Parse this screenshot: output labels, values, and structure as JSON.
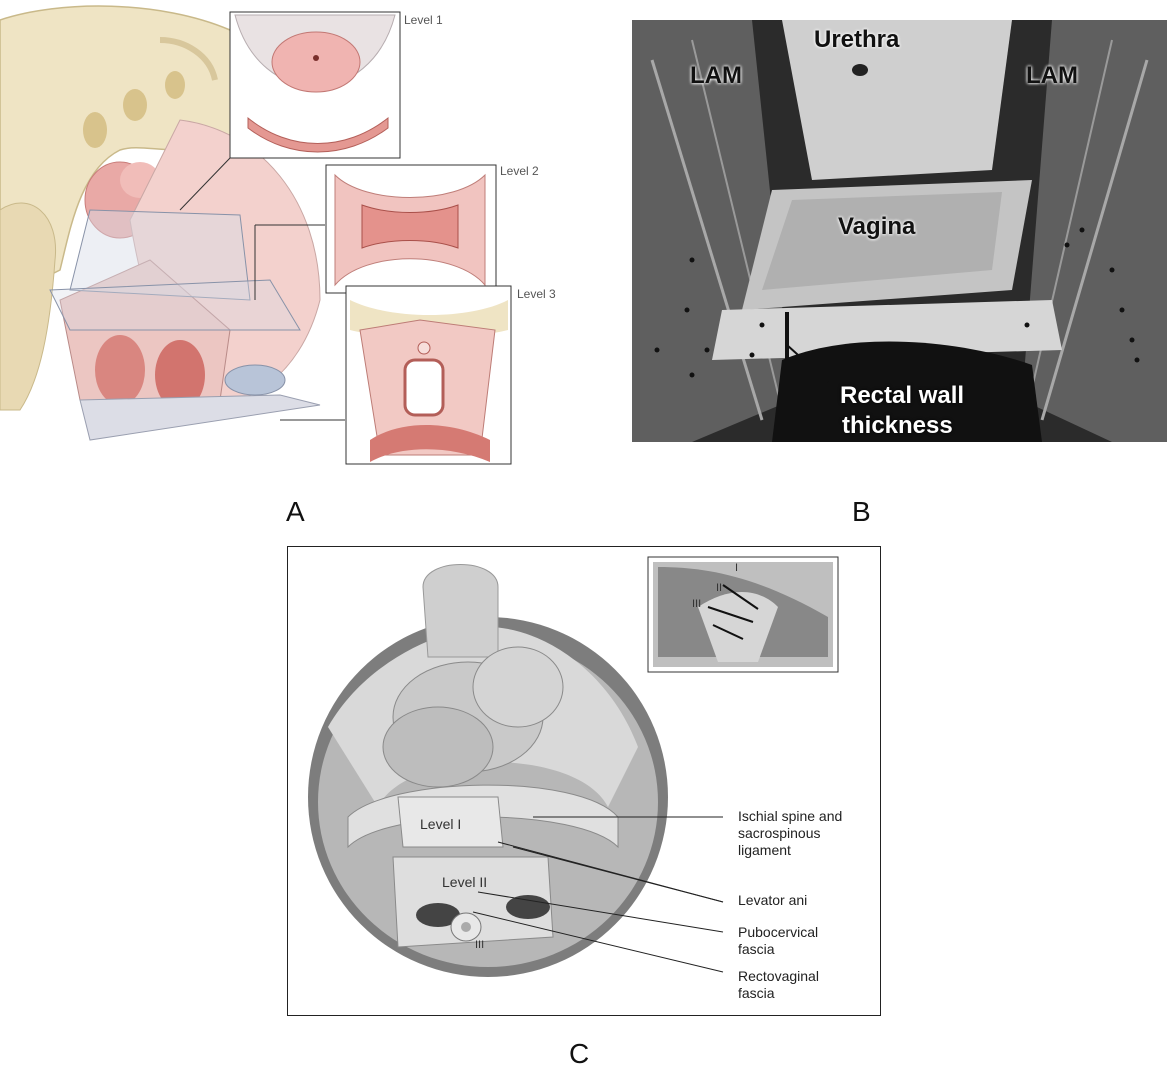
{
  "panels": {
    "a": {
      "letter": "A",
      "levels": [
        "Level 1",
        "Level 2",
        "Level 3"
      ]
    },
    "b": {
      "letter": "B",
      "labels": {
        "urethra": "Urethra",
        "lam_left": "LAM",
        "lam_right": "LAM",
        "vagina": "Vagina",
        "rectal_line1": "Rectal wall",
        "rectal_line2": "thickness"
      }
    },
    "c": {
      "letter": "C",
      "inner": {
        "level1": "Level I",
        "level2": "Level II",
        "level3": "III"
      },
      "inset": {
        "i": "I",
        "ii": "II",
        "iii": "III"
      },
      "callouts": [
        [
          "Ischial spine and",
          "sacrospinous",
          "ligament"
        ],
        [
          "Levator ani"
        ],
        [
          "Pubocervical",
          "fascia"
        ],
        [
          "Rectovaginal",
          "fascia"
        ]
      ]
    }
  }
}
